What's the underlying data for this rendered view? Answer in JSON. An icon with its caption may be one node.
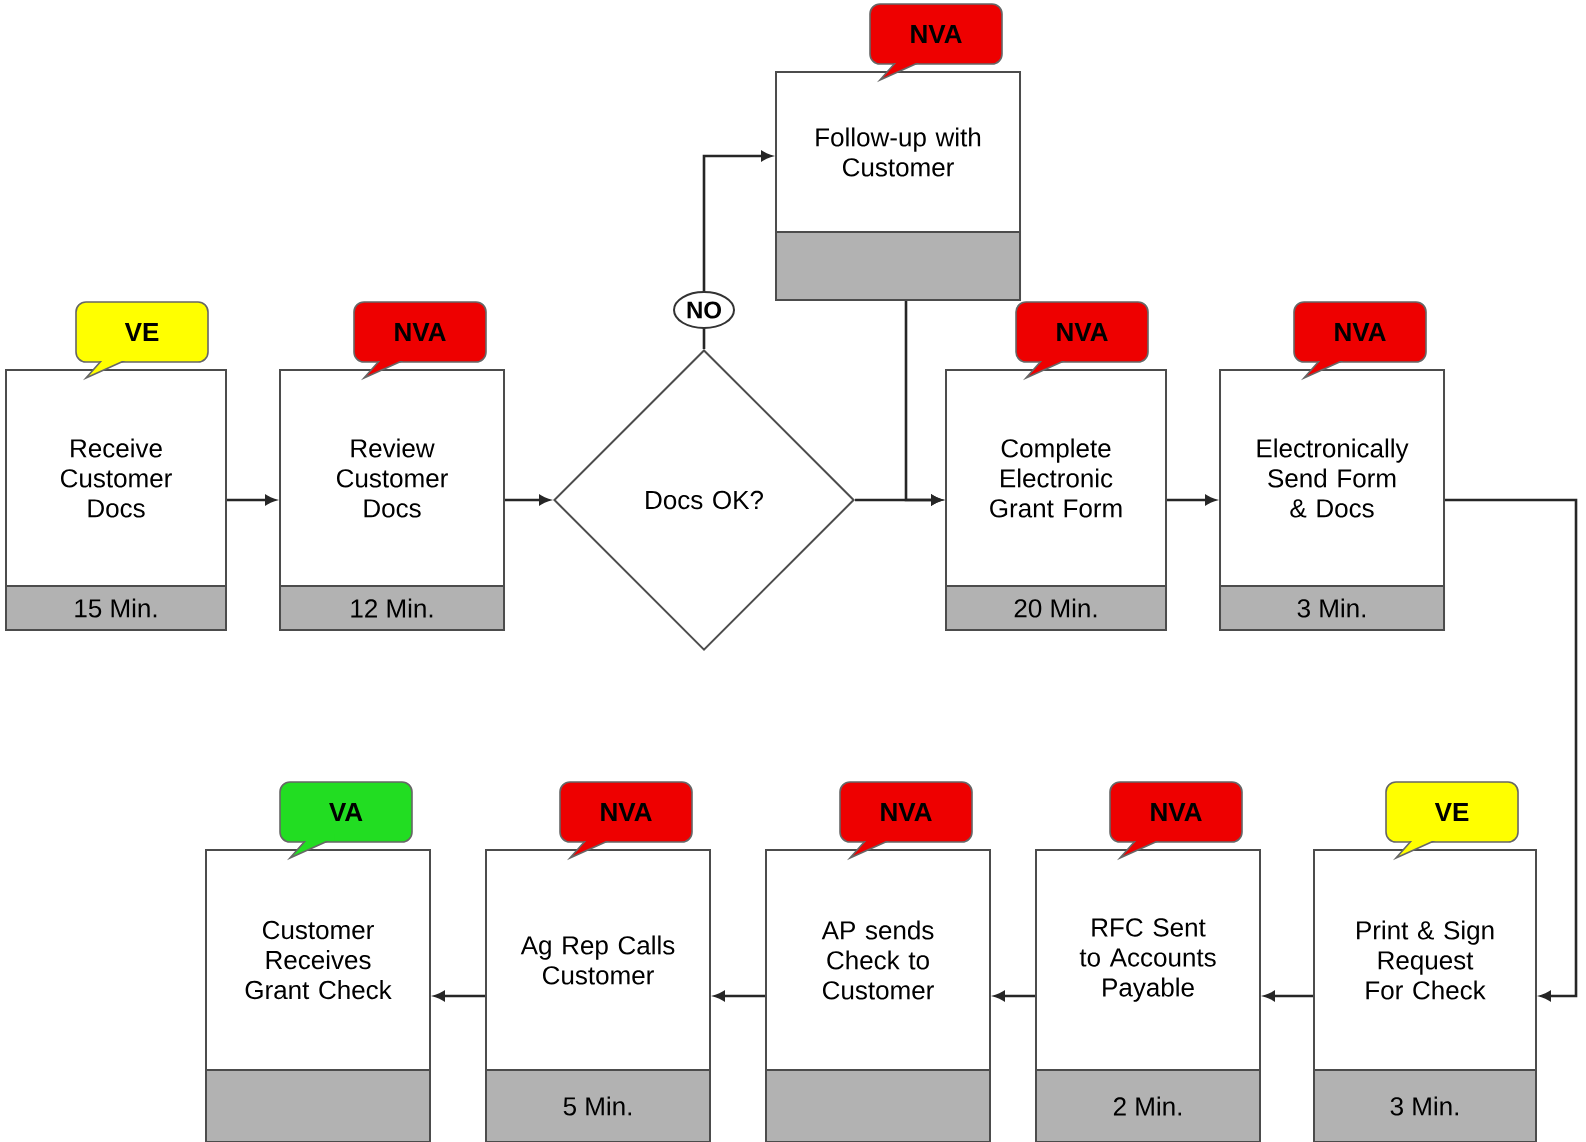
{
  "diagram": {
    "nodes": [
      {
        "text": [
          "Receive Customer Docs",
          "15 Min."
        ],
        "beside": [
          "VE"
        ]
      },
      {
        "text": [
          "Review Customer Docs",
          "12 Min."
        ],
        "beside": [
          "NVA"
        ]
      },
      {
        "text": [
          "Docs OK?"
        ]
      },
      {
        "text": [
          "Follow-up with Customer"
        ],
        "beside": [
          "NVA"
        ]
      },
      {
        "text": [
          "Complete Electronic Grant Form",
          "20 Min."
        ],
        "beside": [
          "NVA"
        ]
      },
      {
        "text": [
          "Electronically Send Form & Docs",
          "3 Min."
        ],
        "beside": [
          "NVA"
        ]
      },
      {
        "text": [
          "Print & Sign Request For Check",
          "3 Min."
        ],
        "beside": [
          "VE"
        ]
      },
      {
        "text": [
          "RFC Sent to Accounts Payable",
          "2 Min."
        ],
        "beside": [
          "NVA"
        ]
      },
      {
        "text": [
          "AP sends Check to Customer"
        ],
        "beside": [
          "NVA"
        ]
      },
      {
        "text": [
          "Ag Rep Calls Customer",
          "5 Min."
        ],
        "beside": [
          "NVA"
        ]
      },
      {
        "text": [
          "Customer Receives Grant Check"
        ],
        "beside": [
          "VA"
        ]
      }
    ],
    "edges": [
      {
        "from": 0,
        "to": 1,
        "arrow": "to"
      },
      {
        "from": 1,
        "to": 2,
        "arrow": "to"
      },
      {
        "from": 2,
        "to": 3,
        "arrow": "to",
        "label": "NO"
      },
      {
        "from": 3,
        "to": 4,
        "arrow": "to"
      },
      {
        "from": 2,
        "to": 4,
        "arrow": "to"
      },
      {
        "from": 4,
        "to": 5,
        "arrow": "to"
      },
      {
        "from": 5,
        "to": 6,
        "arrow": "to"
      },
      {
        "from": 6,
        "to": 7,
        "arrow": "to"
      },
      {
        "from": 7,
        "to": 8,
        "arrow": "to"
      },
      {
        "from": 8,
        "to": 9,
        "arrow": "to"
      },
      {
        "from": 9,
        "to": 10,
        "arrow": "to"
      }
    ]
  }
}
